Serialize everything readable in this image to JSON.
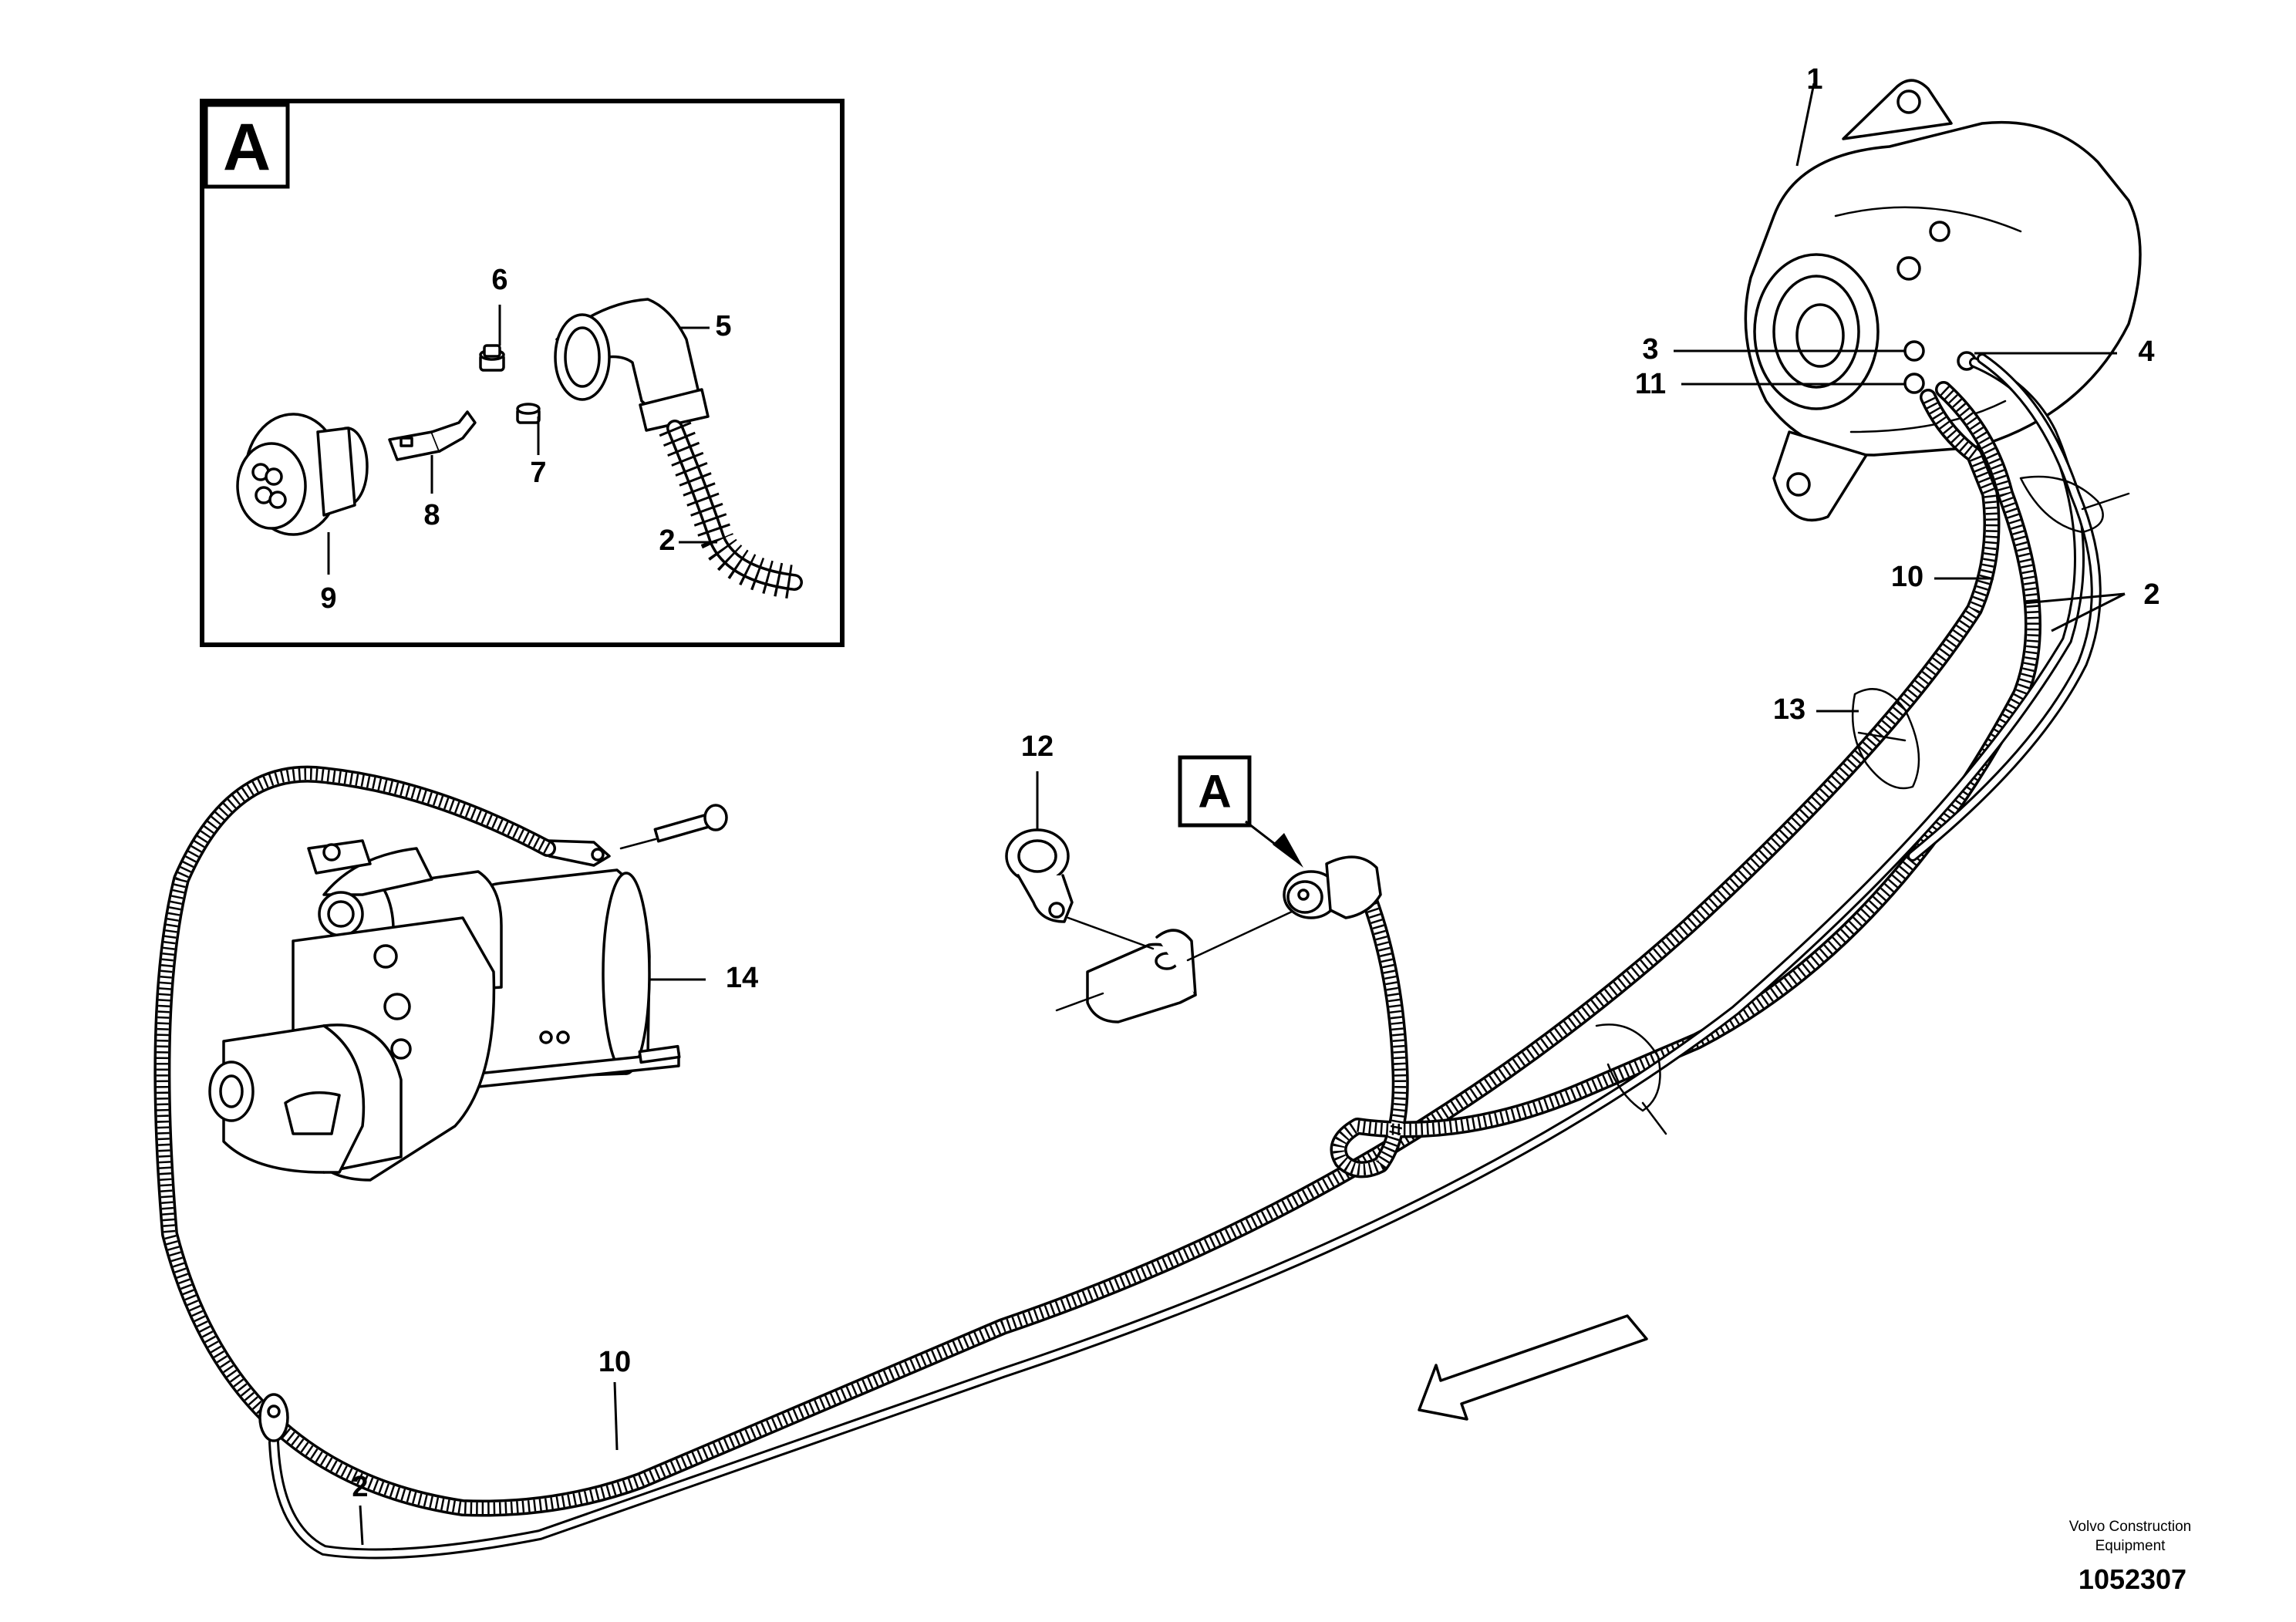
{
  "detail_box": {
    "letter": "A"
  },
  "view_reference": {
    "letter": "A"
  },
  "callouts": {
    "c1": "1",
    "c2_detail": "2",
    "c2_right": "2",
    "c2_bottom": "2",
    "c3": "3",
    "c4": "4",
    "c5": "5",
    "c6": "6",
    "c7": "7",
    "c8": "8",
    "c9": "9",
    "c10_right": "10",
    "c10_bottom": "10",
    "c11": "11",
    "c12": "12",
    "c13": "13",
    "c14": "14"
  },
  "footer": {
    "credit_line1": "Volvo Construction",
    "credit_line2": "Equipment",
    "drawing_number": "1052307"
  }
}
